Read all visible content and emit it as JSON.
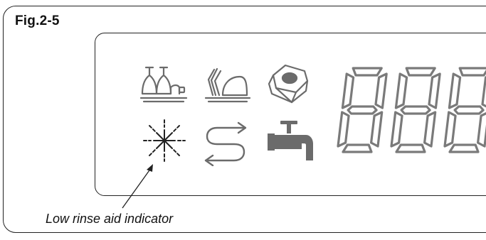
{
  "figure": {
    "label": "Fig.2-5"
  },
  "display": {
    "digits": [
      "8",
      "8",
      "8"
    ],
    "segment_color": "#7a7a7a",
    "icon_color": "#6b6b6b",
    "icons": [
      "glasses-program-icon",
      "dishes-program-icon",
      "detergent-tablet-icon",
      "rinse-aid-icon",
      "reverse-arrows-icon",
      "water-tap-icon"
    ]
  },
  "annotation": {
    "caption": "Low rinse aid indicator"
  }
}
